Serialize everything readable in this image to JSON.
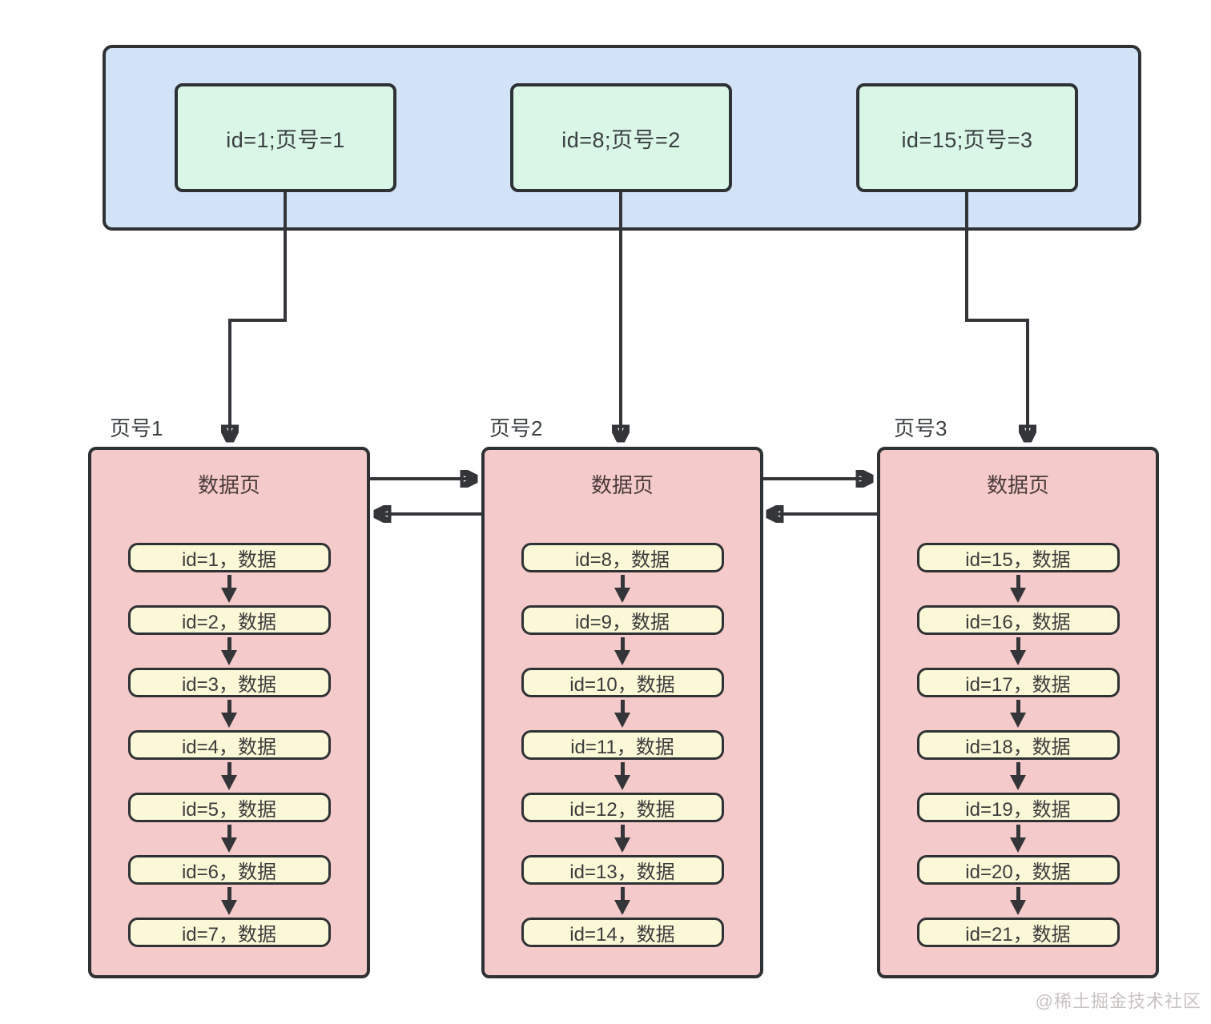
{
  "index_container": {
    "entries": [
      {
        "label": "id=1;页号=1"
      },
      {
        "label": "id=8;页号=2"
      },
      {
        "label": "id=15;页号=3"
      }
    ]
  },
  "pages": [
    {
      "page_label": "页号1",
      "title": "数据页",
      "items": [
        "id=1，数据",
        "id=2，数据",
        "id=3，数据",
        "id=4，数据",
        "id=5，数据",
        "id=6，数据",
        "id=7，数据"
      ]
    },
    {
      "page_label": "页号2",
      "title": "数据页",
      "items": [
        "id=8，数据",
        "id=9，数据",
        "id=10，数据",
        "id=11，数据",
        "id=12，数据",
        "id=13，数据",
        "id=14，数据"
      ]
    },
    {
      "page_label": "页号3",
      "title": "数据页",
      "items": [
        "id=15，数据",
        "id=16，数据",
        "id=17，数据",
        "id=18，数据",
        "id=19，数据",
        "id=20，数据",
        "id=21，数据"
      ]
    }
  ],
  "watermark": "@稀土掘金技术社区",
  "colors": {
    "index_container_fill": "#d2e3f8",
    "index_entry_fill": "#d9f6e6",
    "page_fill": "#f5caca",
    "record_fill": "#fbf8d8",
    "line": "#333538",
    "border": "#2e3235",
    "watermark_text": "#c9c2c2"
  }
}
